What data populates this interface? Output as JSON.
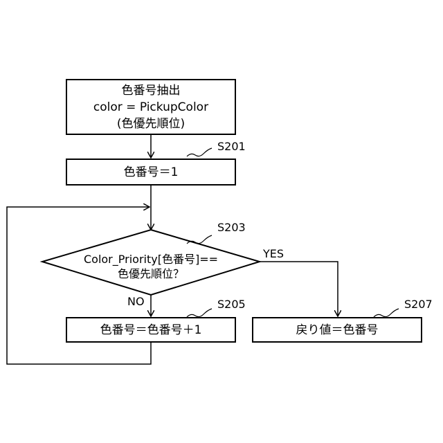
{
  "nodes": {
    "extract": {
      "lines": [
        "色番号抽出",
        "color = PickupColor",
        "(色優先順位)"
      ]
    },
    "init": {
      "text": "色番号＝1"
    },
    "decision": {
      "lines": [
        "Color_Priority[色番号]==",
        "色優先順位？"
      ]
    },
    "increment": {
      "text": "色番号＝色番号＋1"
    },
    "return": {
      "text": "戻り値＝色番号"
    }
  },
  "steps": {
    "s201": "S201",
    "s203": "S203",
    "s205": "S205",
    "s207": "S207"
  },
  "edges": {
    "yes": "YES",
    "no": "NO"
  }
}
